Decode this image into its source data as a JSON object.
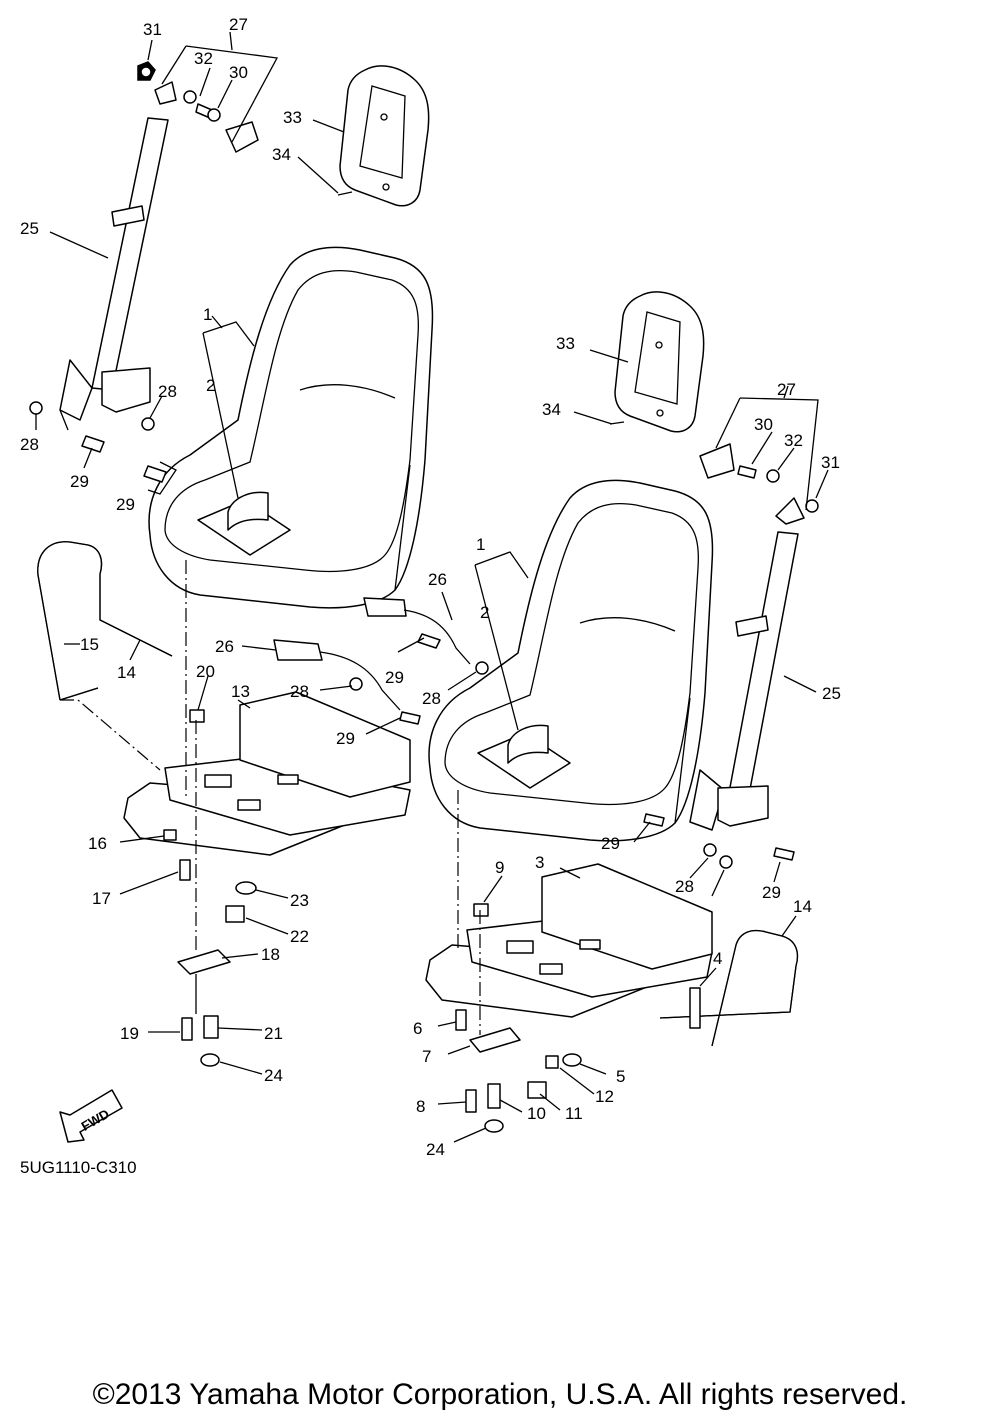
{
  "diagram": {
    "code": "5UG1110-C310",
    "fwd_label": "FWD",
    "copyright": "©2013 Yamaha Motor Corporation, U.S.A. All rights reserved."
  },
  "labels": {
    "l1a": "1",
    "l1b": "1",
    "l2a": "2",
    "l2b": "2",
    "l3": "3",
    "l4": "4",
    "l5": "5",
    "l6": "6",
    "l7": "7",
    "l8": "8",
    "l9": "9",
    "l10": "10",
    "l11": "11",
    "l12": "12",
    "l13": "13",
    "l14a": "14",
    "l14b": "14",
    "l15": "15",
    "l16": "16",
    "l17": "17",
    "l18": "18",
    "l19": "19",
    "l20": "20",
    "l21": "21",
    "l22": "22",
    "l23": "23",
    "l24a": "24",
    "l24b": "24",
    "l25a": "25",
    "l25b": "25",
    "l26a": "26",
    "l26b": "26",
    "l27a": "27",
    "l27b": "27",
    "l28a": "28",
    "l28b": "28",
    "l28c": "28",
    "l28d": "28",
    "l28e": "28",
    "l29a": "29",
    "l29b": "29",
    "l29c": "29",
    "l29d": "29",
    "l29e": "29",
    "l29f": "29",
    "l30a": "30",
    "l30b": "30",
    "l31a": "31",
    "l31b": "31",
    "l32a": "32",
    "l32b": "32",
    "l33a": "33",
    "l33b": "33",
    "l34a": "34",
    "l34b": "34"
  }
}
